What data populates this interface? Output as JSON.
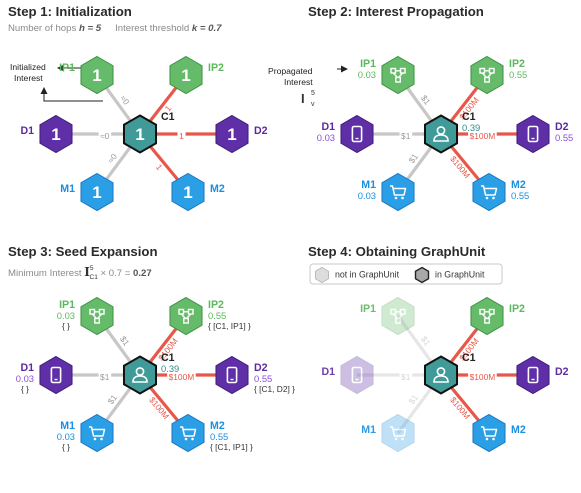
{
  "colors": {
    "green": "#66bb6a",
    "green_dark": "#3e9142",
    "purple": "#5e2fa6",
    "purple_dark": "#3f1d78",
    "blue": "#2b9fe6",
    "blue_dark": "#1976c2",
    "teal": "#3f9a98",
    "red": "#e8584a",
    "gray_edge": "#c7c7c7",
    "label_green": "#5cb85c",
    "label_purple": "#5b2aa0",
    "label_blue": "#1a8ee0",
    "label_dark": "#222222",
    "val_teal": "#2f8f8d",
    "val_purple": "#8a4fe0"
  },
  "panels": [
    {
      "id": "step1",
      "title": "Step 1: Initialization",
      "subtitle": {
        "hops_text": "Number of hops ",
        "hops_value": "h = 5",
        "threshold_text": "Interest threshold ",
        "threshold_value": "k = 0.7"
      },
      "annotation": {
        "line1": "Initialized",
        "line2": "Interest"
      },
      "center": {
        "label": "C1",
        "value": "",
        "icon": "number-one",
        "number": "1"
      },
      "nodes": [
        {
          "key": "IP1",
          "label": "IP1",
          "value": "",
          "set": "",
          "number": "1",
          "icon": "number-one",
          "edge_label": "≈0",
          "edge": "faint",
          "faded": false
        },
        {
          "key": "IP2",
          "label": "IP2",
          "value": "",
          "set": "",
          "number": "1",
          "icon": "number-one",
          "edge_label": "1",
          "edge": "strong",
          "faded": false
        },
        {
          "key": "D1",
          "label": "D1",
          "value": "",
          "set": "",
          "number": "1",
          "icon": "number-one",
          "edge_label": "≈0",
          "edge": "faint",
          "faded": false
        },
        {
          "key": "D2",
          "label": "D2",
          "value": "",
          "set": "",
          "number": "1",
          "icon": "number-one",
          "edge_label": "1",
          "edge": "strong",
          "faded": false
        },
        {
          "key": "M1",
          "label": "M1",
          "value": "",
          "set": "",
          "number": "1",
          "icon": "number-one",
          "edge_label": "≈0",
          "edge": "faint",
          "faded": false
        },
        {
          "key": "M2",
          "label": "M2",
          "value": "",
          "set": "",
          "number": "1",
          "icon": "number-one",
          "edge_label": "1",
          "edge": "strong",
          "faded": false
        }
      ]
    },
    {
      "id": "step2",
      "title": "Step 2: Interest Propagation",
      "annotation": {
        "line1": "Propagated",
        "line2": "Interest",
        "symbol": "I",
        "sup": "5",
        "sub": "v"
      },
      "center": {
        "label": "C1",
        "value": "0.39",
        "icon": "user-icon"
      },
      "nodes": [
        {
          "key": "IP1",
          "label": "IP1",
          "value": "0.03",
          "set": "",
          "icon": "network-icon",
          "edge_label": "$1",
          "edge": "faint",
          "faded": false
        },
        {
          "key": "IP2",
          "label": "IP2",
          "value": "0.55",
          "set": "",
          "icon": "network-icon",
          "edge_label": "$100M",
          "edge": "strong",
          "faded": false
        },
        {
          "key": "D1",
          "label": "D1",
          "value": "0.03",
          "set": "",
          "icon": "phone-icon",
          "edge_label": "$1",
          "edge": "faint",
          "faded": false
        },
        {
          "key": "D2",
          "label": "D2",
          "value": "0.55",
          "set": "",
          "icon": "phone-icon",
          "edge_label": "$100M",
          "edge": "strong",
          "faded": false
        },
        {
          "key": "M1",
          "label": "M1",
          "value": "0.03",
          "set": "",
          "icon": "cart-icon",
          "edge_label": "$1",
          "edge": "faint",
          "faded": false
        },
        {
          "key": "M2",
          "label": "M2",
          "value": "0.55",
          "set": "",
          "icon": "cart-icon",
          "edge_label": "$100M",
          "edge": "strong",
          "faded": false
        }
      ]
    },
    {
      "id": "step3",
      "title": "Step 3: Seed Expansion",
      "subtitle": {
        "text": "Minimum Interest ",
        "symbol": "I",
        "sup": "5",
        "sub": "C1",
        "times": " × 0.7 = ",
        "result": "0.27"
      },
      "center": {
        "label": "C1",
        "value": "0.39",
        "icon": "user-icon"
      },
      "nodes": [
        {
          "key": "IP1",
          "label": "IP1",
          "value": "0.03",
          "set": "{ }",
          "icon": "network-icon",
          "edge_label": "$1",
          "edge": "faint",
          "faded": false
        },
        {
          "key": "IP2",
          "label": "IP2",
          "value": "0.55",
          "set": "{ [C1, IP1] }",
          "icon": "network-icon",
          "edge_label": "$100M",
          "edge": "strong",
          "faded": false
        },
        {
          "key": "D1",
          "label": "D1",
          "value": "0.03",
          "set": "{ }",
          "icon": "phone-icon",
          "edge_label": "$1",
          "edge": "faint",
          "faded": false
        },
        {
          "key": "D2",
          "label": "D2",
          "value": "0.55",
          "set": "{ [C1, D2] }",
          "icon": "phone-icon",
          "edge_label": "$100M",
          "edge": "strong",
          "faded": false
        },
        {
          "key": "M1",
          "label": "M1",
          "value": "0.03",
          "set": "{ }",
          "icon": "cart-icon",
          "edge_label": "$1",
          "edge": "faint",
          "faded": false
        },
        {
          "key": "M2",
          "label": "M2",
          "value": "0.55",
          "set": "{ [C1, IP1] }",
          "icon": "cart-icon",
          "edge_label": "$100M",
          "edge": "strong",
          "faded": false
        }
      ]
    },
    {
      "id": "step4",
      "title": "Step 4: Obtaining GraphUnit",
      "legend": {
        "out_label": "not in GraphUnit",
        "in_label": "in GraphUnit"
      },
      "center": {
        "label": "C1",
        "value": "",
        "icon": "user-icon"
      },
      "nodes": [
        {
          "key": "IP1",
          "label": "IP1",
          "value": "",
          "set": "",
          "icon": "network-icon",
          "edge_label": "$1",
          "edge": "faint",
          "faded": true
        },
        {
          "key": "IP2",
          "label": "IP2",
          "value": "",
          "set": "",
          "icon": "network-icon",
          "edge_label": "$100M",
          "edge": "strong",
          "faded": false
        },
        {
          "key": "D1",
          "label": "D1",
          "value": "",
          "set": "",
          "icon": "phone-icon",
          "edge_label": "$1",
          "edge": "faint",
          "faded": true
        },
        {
          "key": "D2",
          "label": "D2",
          "value": "",
          "set": "",
          "icon": "phone-icon",
          "edge_label": "$100M",
          "edge": "strong",
          "faded": false
        },
        {
          "key": "M1",
          "label": "M1",
          "value": "",
          "set": "",
          "icon": "cart-icon",
          "edge_label": "$1",
          "edge": "faint",
          "faded": true
        },
        {
          "key": "M2",
          "label": "M2",
          "value": "",
          "set": "",
          "icon": "cart-icon",
          "edge_label": "$100M",
          "edge": "strong",
          "faded": false
        }
      ]
    }
  ]
}
